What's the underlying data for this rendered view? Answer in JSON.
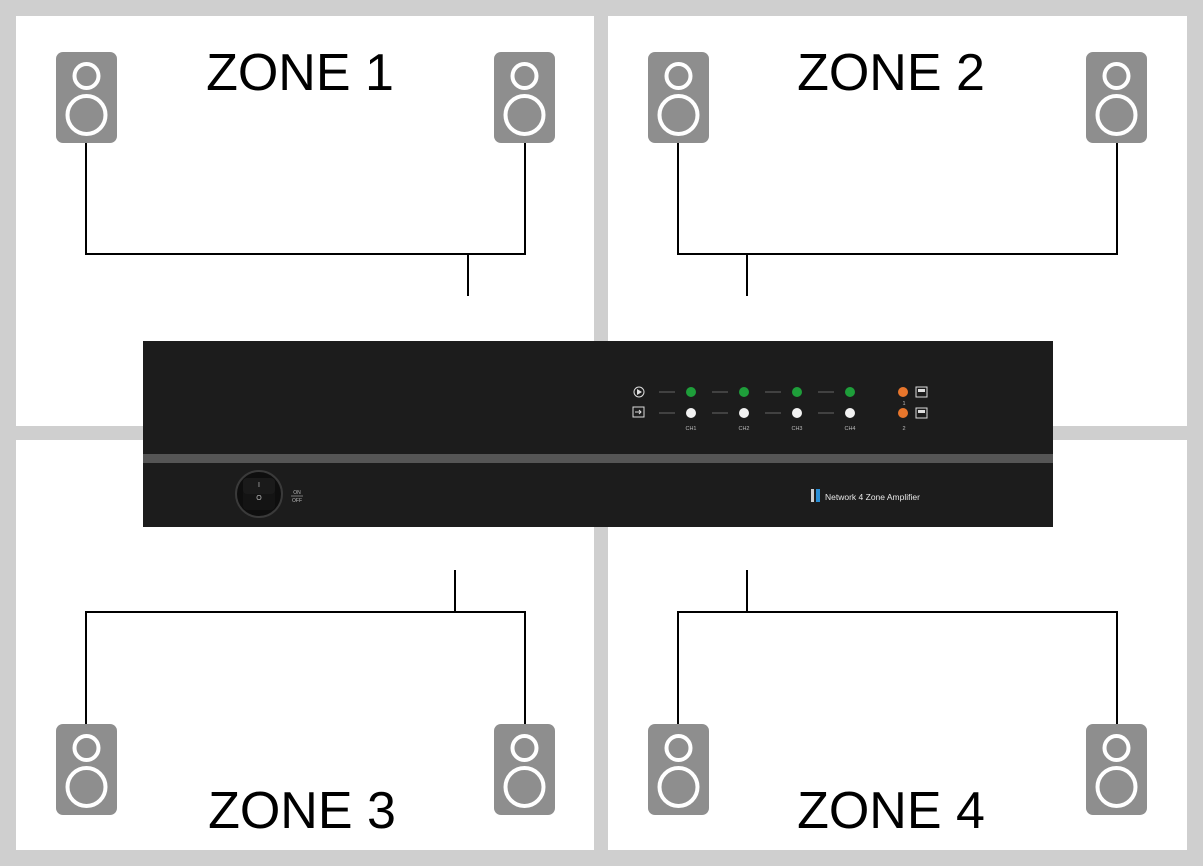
{
  "zones": [
    {
      "label": "ZONE 1"
    },
    {
      "label": "ZONE 2"
    },
    {
      "label": "ZONE 3"
    },
    {
      "label": "ZONE 4"
    }
  ],
  "amplifier": {
    "model_label": "Network 4 Zone Amplifier",
    "power_switch": {
      "on_mark": "I",
      "off_mark": "O",
      "on_label": "ON",
      "off_label": "OFF"
    },
    "channels": [
      "CH1",
      "CH2",
      "CH3",
      "CH4"
    ],
    "network_ports": [
      "1",
      "2"
    ],
    "row_icons": [
      "play-icon",
      "input-icon"
    ],
    "port_icon": "ethernet-port-icon"
  },
  "colors": {
    "wall": "#cfcfcf",
    "speaker_body": "#8e8e8e",
    "amp_body": "#1c1c1c",
    "led_green": "#1e9e3a",
    "led_white": "#f2f2f2",
    "led_orange": "#e8762c",
    "logo_blue": "#2a8fd6"
  }
}
